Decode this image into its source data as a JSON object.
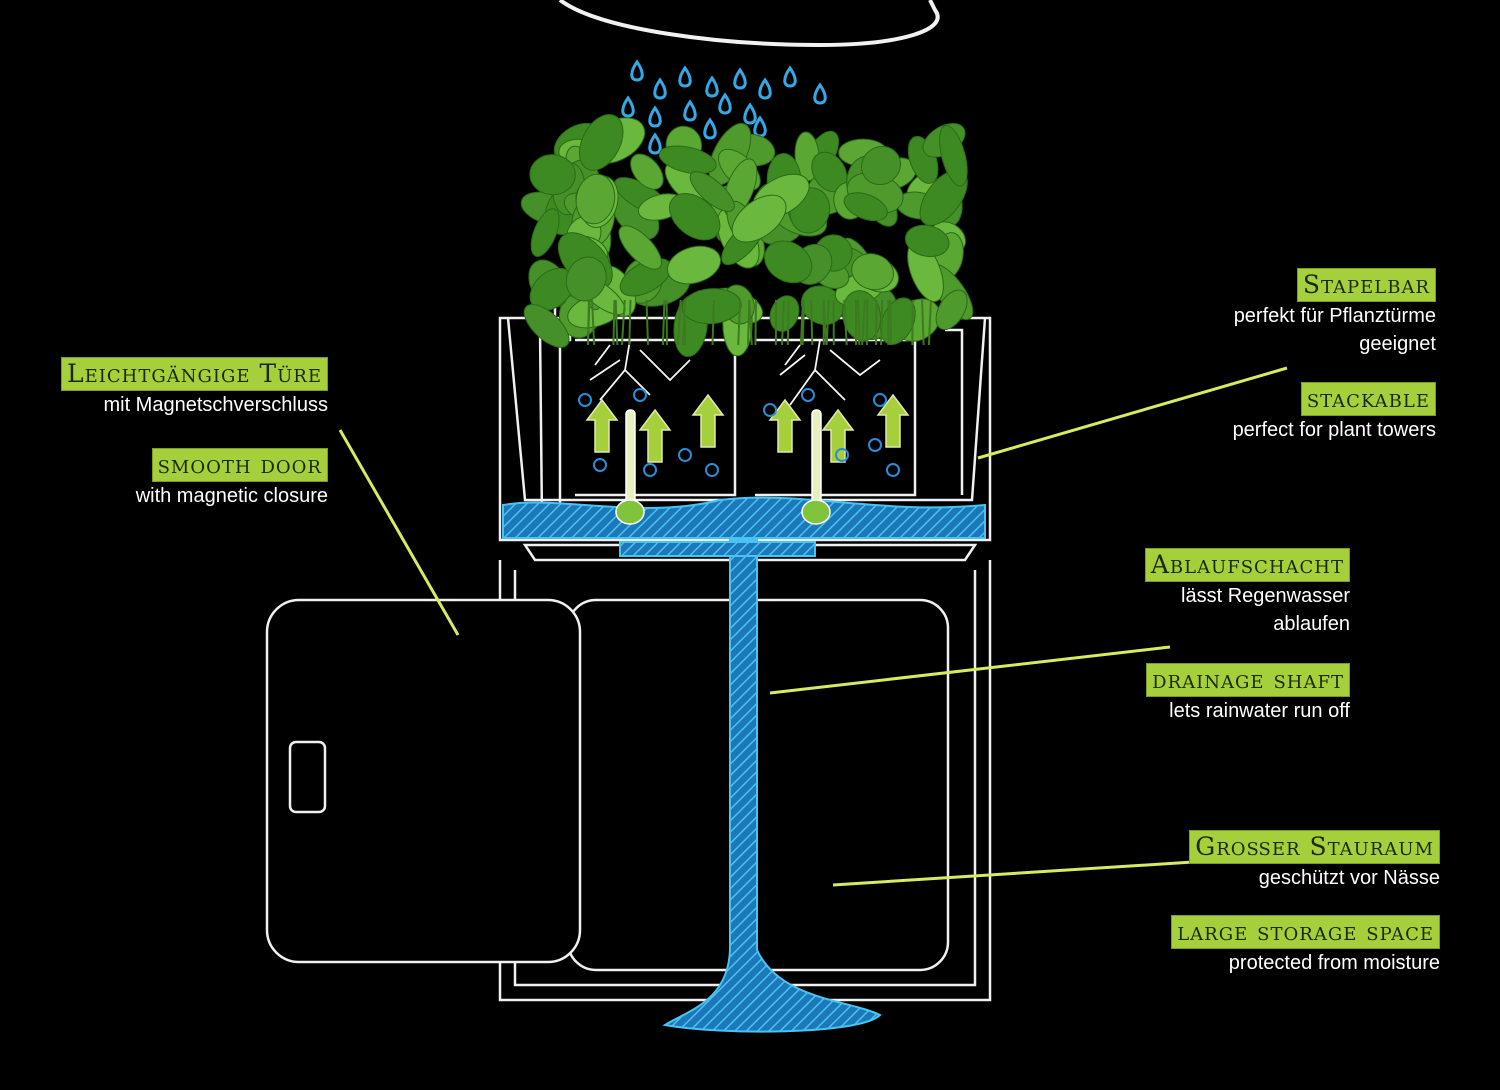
{
  "colors": {
    "background": "#000000",
    "tag_bg": "#a6cf3c",
    "pointer_line": "#d4ec62",
    "water": "#2ea8e0",
    "sketch": "#f2f2f2",
    "plant": "#4e9a2c"
  },
  "labels": {
    "door": {
      "tag_de": "Leichtgängige Türe",
      "desc_de": "mit Magnetschverschluss",
      "tag_en": "smooth door",
      "desc_en": "with magnetic closure"
    },
    "stack": {
      "tag_de": "Stapelbar",
      "desc_de_1": "perfekt für Pflanztürme",
      "desc_de_2": "geeignet",
      "tag_en": "stackable",
      "desc_en": "perfect for plant towers"
    },
    "drain": {
      "tag_de": "Ablaufschacht",
      "desc_de_1": "lässt Regenwasser",
      "desc_de_2": "ablaufen",
      "tag_en": "drainage shaft",
      "desc_en": "lets rainwater run off"
    },
    "storage": {
      "tag_de": "Großer Stauraum",
      "desc_de": "geschützt vor Nässe",
      "tag_en": "large storage space",
      "desc_en": "protected from moisture"
    }
  }
}
